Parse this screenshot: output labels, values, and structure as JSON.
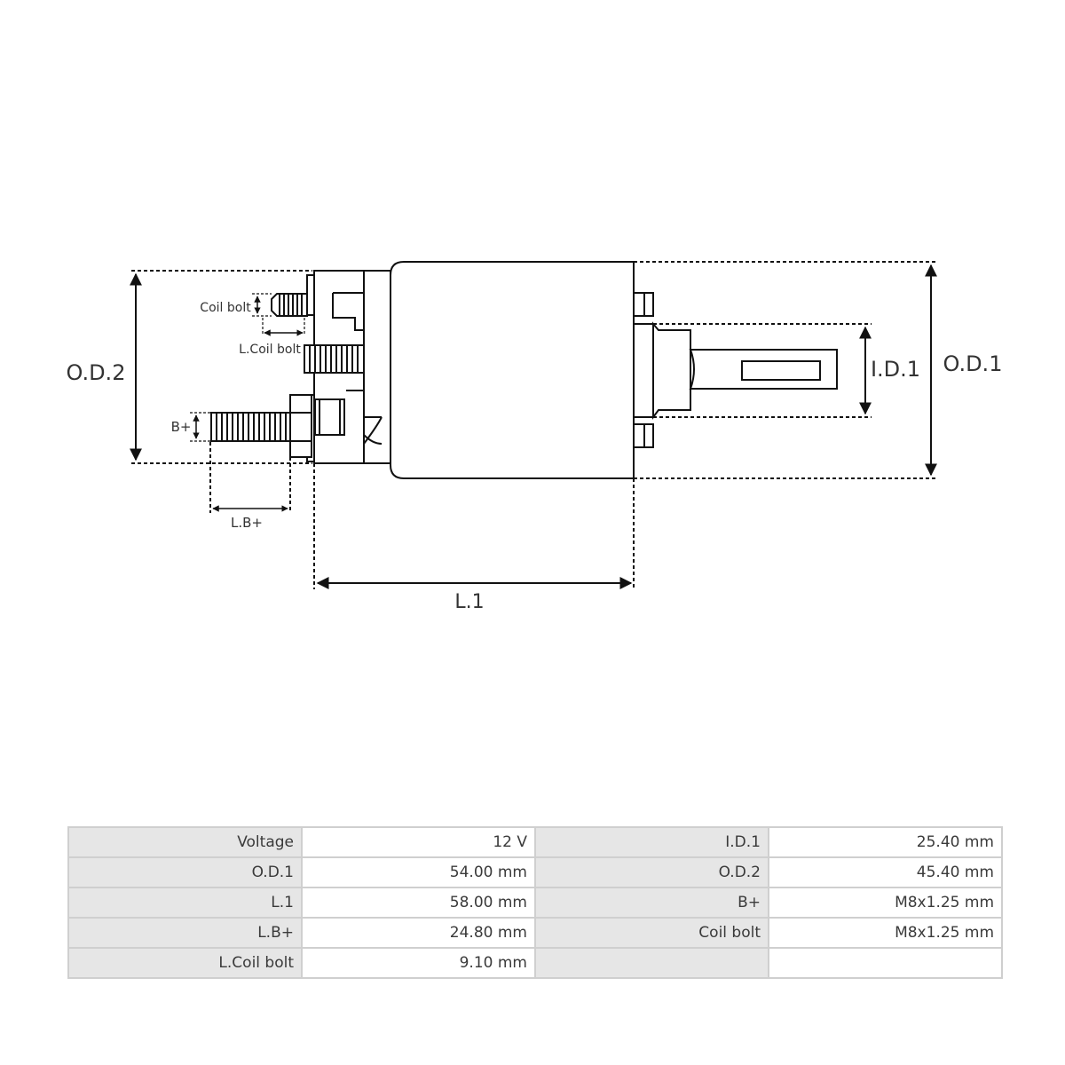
{
  "diagram": {
    "labels": {
      "od2": "O.D.2",
      "od1": "O.D.1",
      "id1": "I.D.1",
      "l1": "L.1",
      "lb_plus": "L.B+",
      "b_plus": "B+",
      "coil_bolt": "Coil bolt",
      "l_coil_bolt": "L.Coil bolt"
    }
  },
  "specs": {
    "rows": [
      {
        "label_a": "Voltage",
        "value_a": "12 V",
        "label_b": "I.D.1",
        "value_b": "25.40 mm"
      },
      {
        "label_a": "O.D.1",
        "value_a": "54.00 mm",
        "label_b": "O.D.2",
        "value_b": "45.40 mm"
      },
      {
        "label_a": "L.1",
        "value_a": "58.00 mm",
        "label_b": "B+",
        "value_b": "M8x1.25 mm"
      },
      {
        "label_a": "L.B+",
        "value_a": "24.80 mm",
        "label_b": "Coil bolt",
        "value_b": "M8x1.25 mm"
      },
      {
        "label_a": "L.Coil bolt",
        "value_a": "9.10 mm",
        "label_b": "",
        "value_b": ""
      }
    ]
  }
}
